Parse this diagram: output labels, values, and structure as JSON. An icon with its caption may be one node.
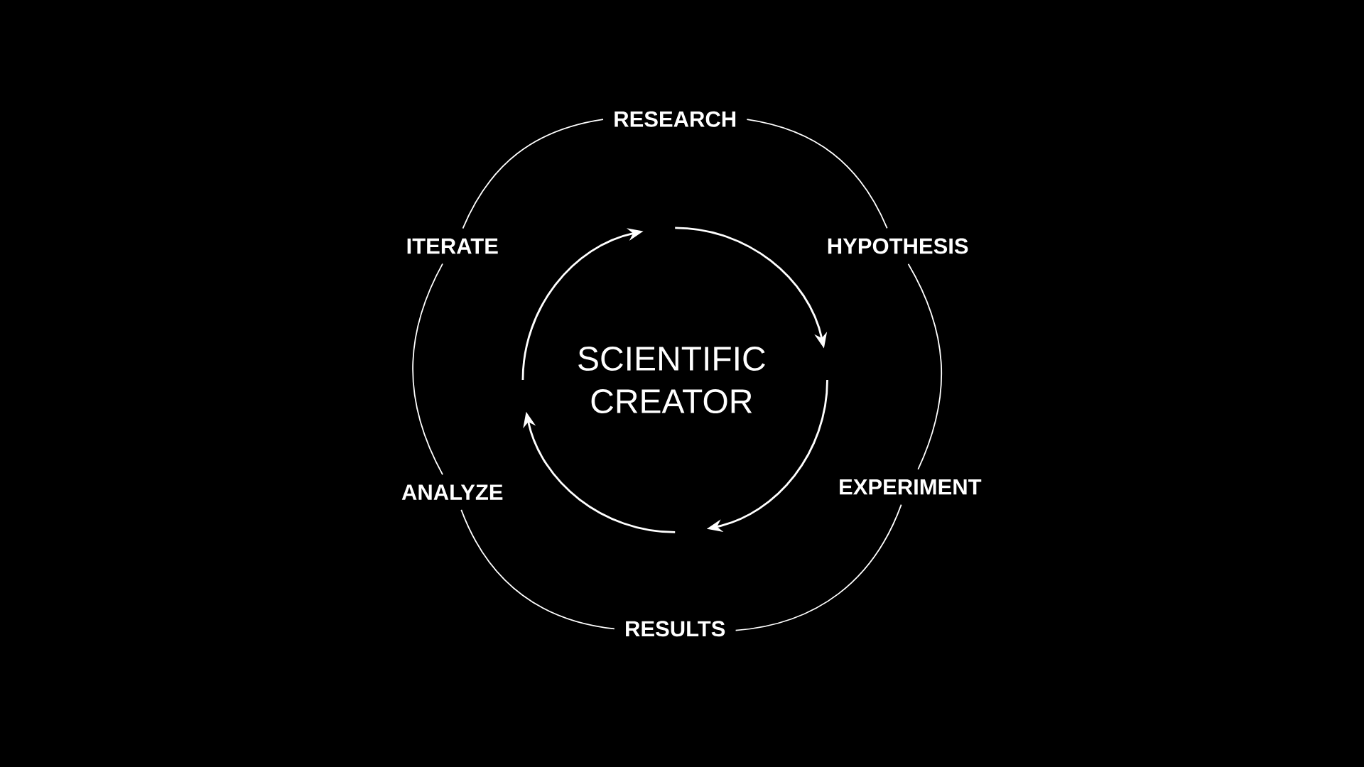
{
  "diagram": {
    "nodes": [
      {
        "text": [
          "RESEARCH"
        ]
      },
      {
        "text": [
          "HYPOTHESIS"
        ]
      },
      {
        "text": [
          "EXPERIMENT"
        ]
      },
      {
        "text": [
          "RESULTS"
        ]
      },
      {
        "text": [
          "ANALYZE"
        ]
      },
      {
        "text": [
          "ITERATE"
        ]
      },
      {
        "text": [
          "SCIENTIFIC CREATOR"
        ]
      }
    ],
    "edges": [
      {
        "from": 0,
        "to": 1,
        "arrow": "none"
      },
      {
        "from": 1,
        "to": 2,
        "arrow": "none"
      },
      {
        "from": 2,
        "to": 3,
        "arrow": "none"
      },
      {
        "from": 3,
        "to": 4,
        "arrow": "none"
      },
      {
        "from": 4,
        "to": 5,
        "arrow": "none"
      },
      {
        "from": 5,
        "to": 0,
        "arrow": "none"
      }
    ]
  }
}
